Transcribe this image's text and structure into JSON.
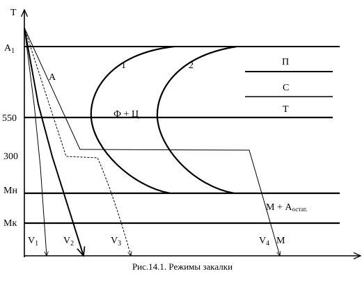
{
  "axes": {
    "y_label": "T",
    "y_ticks": {
      "a1": "A",
      "a1_sub": "1",
      "t550": "550",
      "t300": "300",
      "mn": "Мн",
      "mk": "Мк"
    }
  },
  "regions": {
    "austenite": "А",
    "ferrite_cementite": "Ф + Ц",
    "pearlite": "П",
    "sorbite": "С",
    "troostite": "Т",
    "martensite_retained": "М + А",
    "martensite_retained_sub": "остат.",
    "martensite": "М"
  },
  "curves": {
    "curve1": "1",
    "curve2": "2"
  },
  "cooling_rates": {
    "v1": "V",
    "v1_sub": "1",
    "v2": "V",
    "v2_sub": "2",
    "v3": "V",
    "v3_sub": "3",
    "v4": "V",
    "v4_sub": "4"
  },
  "caption": "Рис.14.1. Режимы закалки"
}
